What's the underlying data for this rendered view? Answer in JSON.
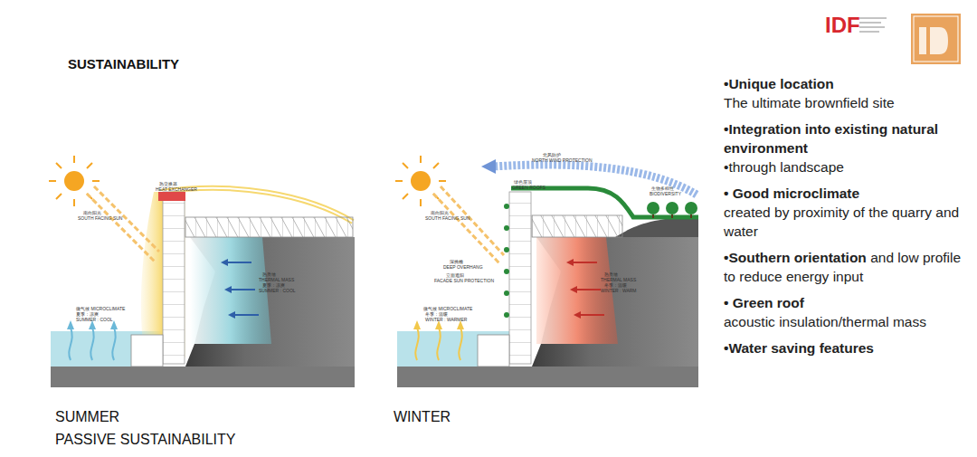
{
  "diagram": {
    "title": "SUSTAINABILITY",
    "labels": [
      "SUMMER",
      "PASSIVE SUSTAINABILITY",
      "WINTER",
      "IDF",
      "•Unique location",
      "The ultimate brownfield site",
      "•Integration into existing natural environment",
      "•through landscape",
      "• Good microclimate",
      "created by proximity of the quarry and water",
      "•Southern orientation",
      "and low profile to reduce energy input",
      "• Green roof",
      "acoustic insulation/thermal mass",
      "•Water saving features",
      "热交换器",
      "HEAT EXCHANGER",
      "南向阳光",
      "SOUTH FACING SUN",
      "微气候 MICROCLIMATE",
      "夏季：凉爽",
      "SUMMER : COOL",
      "热质墙",
      "THERMAL MASS",
      "夏季：凉爽",
      "SUMMER : COOL",
      "北风防护",
      "NORTH WIND PROTECTION",
      "绿色屋顶",
      "GREEN ROOFS",
      "生物多样性",
      "BIODIVERSITY",
      "南向阳光",
      "SOUTH FACING SUN",
      "深挑檐",
      "DEEP OVERHANG",
      "立面遮阳",
      "FACADE SUN PROTECTION",
      "微气候 MICROCLIMATE",
      "冬季：温暖",
      "WINTER : WARMER",
      "热质墙",
      "THERMAL MASS",
      "冬季：温暖",
      "WINTER : WARM"
    ]
  }
}
